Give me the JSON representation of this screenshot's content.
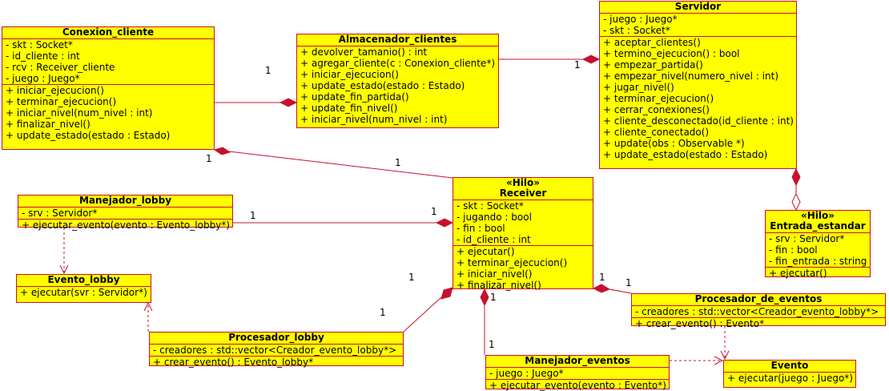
{
  "classes": [
    {
      "id": "conexion",
      "name": "Conexion_cliente",
      "attributes": [
        "- skt : Socket*",
        "- id_cliente : int",
        "- rcv : Receiver_cliente",
        "- juego : Juego*"
      ],
      "operations": [
        "+ iniciar_ejecucion()",
        "+ terminar_ejecucion()",
        "+ iniciar_nivel(num_nivel : int)",
        "+ finalizar_nivel()",
        "+ update_estado(estado : Estado)"
      ]
    },
    {
      "id": "almacenador",
      "name": "Almacenador_clientes",
      "attributes": [],
      "operations": [
        "+ devolver_tamanio() : int",
        "+ agregar_cliente(c : Conexion_cliente*)",
        "+ iniciar_ejecucion()",
        "+ update_estado(estado : Estado)",
        "+ update_fin_partida()",
        "+ update_fin_nivel()",
        "+ iniciar_nivel(num_nivel : int)"
      ]
    },
    {
      "id": "servidor",
      "name": "Servidor",
      "attributes": [
        "- juego : Juego*",
        "- skt : Socket*"
      ],
      "operations": [
        "+ aceptar_clientes()",
        "+ termino_ejecucion() : bool",
        "+ empezar_partida()",
        "+ empezar_nivel(numero_nivel : int)",
        "+ jugar_nivel()",
        "+ terminar_ejecucion()",
        "+ cerrar_conexiones()",
        "+ cliente_desconectado(id_cliente : int)",
        "+ cliente_conectado()",
        "+ update(obs : Observable *)",
        "+ update_estado(estado : Estado)"
      ]
    },
    {
      "id": "receiver",
      "stereotype": "«Hilo»",
      "name": "Receiver",
      "attributes": [
        "- skt : Socket*",
        "- jugando : bool",
        "- fin : bool",
        "- id_cliente : int"
      ],
      "operations": [
        "+ ejecutar()",
        "+ terminar_ejecucion()",
        "+ iniciar_nivel()",
        "+ finalizar_nivel()"
      ]
    },
    {
      "id": "entrada",
      "stereotype": "«Hilo»",
      "name": "Entrada_estandar",
      "attributes": [
        "- srv : Servidor*",
        "- fin : bool",
        "- fin_entrada : string"
      ],
      "operations": [
        "+ ejecutar()"
      ]
    },
    {
      "id": "manejador_lobby",
      "name": "Manejador_lobby",
      "attributes": [
        "- srv : Servidor*"
      ],
      "operations": [
        "+ ejecutar_evento(evento : Evento_lobby*)"
      ]
    },
    {
      "id": "evento_lobby",
      "name": "Evento_lobby",
      "attributes": [],
      "operations": [
        "+ ejecutar(svr : Servidor*)"
      ]
    },
    {
      "id": "procesador_lobby",
      "name": "Procesador_lobby",
      "attributes": [
        "- creadores : std::vector<Creador_evento_lobby*>"
      ],
      "operations": [
        "+ crear_evento() : Evento_lobby*"
      ]
    },
    {
      "id": "procesador_eventos",
      "name": "Procesador_de_eventos",
      "attributes": [
        "- creadores : std::vector<Creador_evento_lobby*>"
      ],
      "operations": [
        "+ crear_evento() : Evento*"
      ]
    },
    {
      "id": "manejador_eventos",
      "name": "Manejador_eventos",
      "attributes": [
        "- juego : Juego*"
      ],
      "operations": [
        "+ ejecutar_evento(evento : Evento*)"
      ]
    },
    {
      "id": "evento",
      "name": "Evento",
      "attributes": [],
      "operations": [
        "+ ejecutar(juego : Juego*)"
      ]
    }
  ],
  "multiplicities": [
    "1",
    "1",
    "1",
    "1",
    "1",
    "1",
    "1",
    "1",
    "1",
    "1",
    "1",
    "1"
  ],
  "colors": {
    "class_fill": "#ffff00",
    "border": "#c8102e",
    "line": "#c8102e"
  }
}
